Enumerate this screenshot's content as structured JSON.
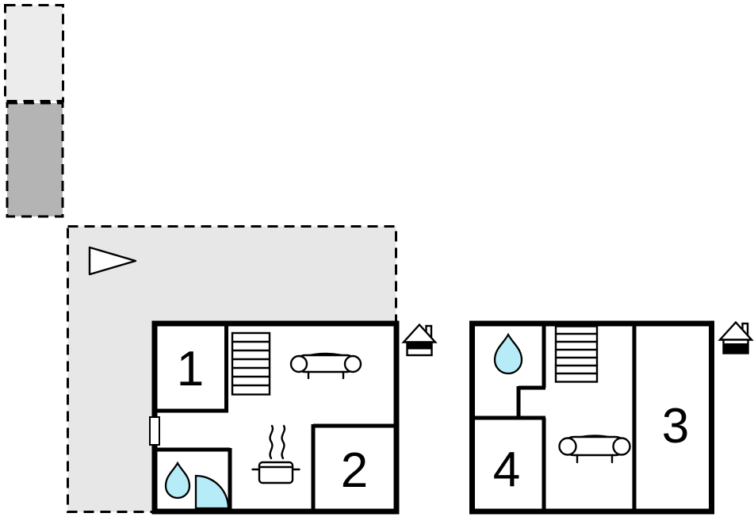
{
  "rooms": {
    "room1": "1",
    "room2": "2",
    "room3": "3",
    "room4": "4"
  },
  "colors": {
    "wall": "#000000",
    "water": "#b5ecf7",
    "terrace": "#e7e7e7",
    "outbuilding_light": "#ececec",
    "outbuilding_dark": "#b4b4b4",
    "paper": "#ffffff"
  },
  "features": {
    "ground_floor": [
      "room 1",
      "room 2",
      "stairs",
      "sofa",
      "stove",
      "bathroom water drop",
      "door swing"
    ],
    "upper_floor": [
      "room 3",
      "room 4",
      "stairs",
      "sofa",
      "bathroom water drop"
    ],
    "outdoor": [
      "terrace",
      "small outbuilding",
      "large outbuilding",
      "north arrow"
    ]
  }
}
